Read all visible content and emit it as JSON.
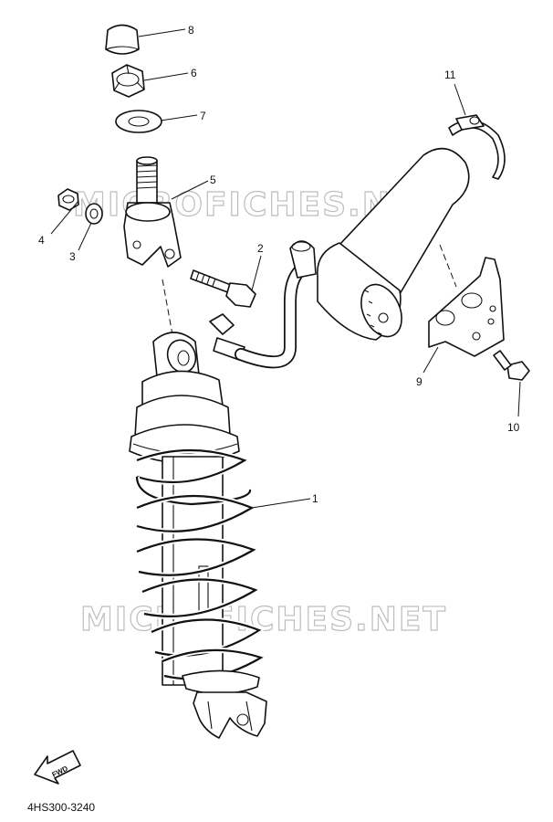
{
  "watermark_top": "MICROFICHES.NET",
  "watermark_bottom": "MICROFICHES.NET",
  "diagram_code": "4HS300-3240",
  "fwd_label": "FWD",
  "callouts": {
    "c1": "1",
    "c2": "2",
    "c3": "3",
    "c4": "4",
    "c5": "5",
    "c6": "6",
    "c7": "7",
    "c8": "8",
    "c9": "9",
    "c10": "10",
    "c11": "11"
  }
}
